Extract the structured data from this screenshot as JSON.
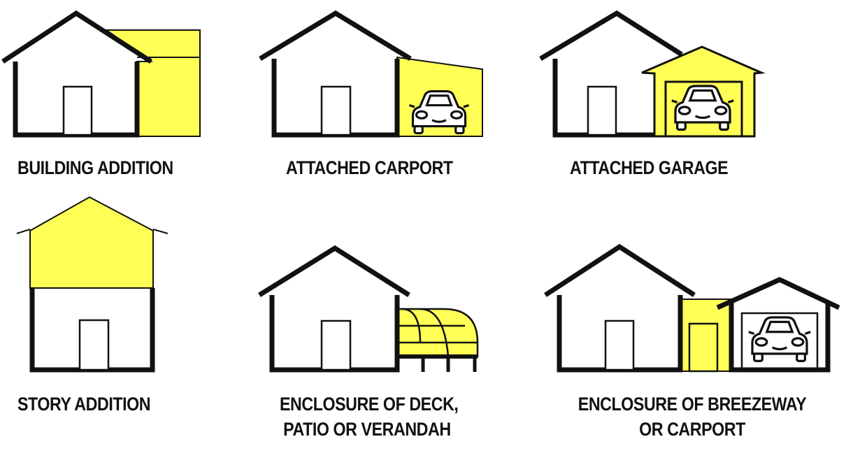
{
  "colors": {
    "highlight": "#ffff55",
    "outline": "#111111",
    "background": "#ffffff"
  },
  "panels": [
    {
      "id": "building-addition",
      "label": "BUILDING ADDITION"
    },
    {
      "id": "attached-carport",
      "label": "ATTACHED CARPORT"
    },
    {
      "id": "attached-garage",
      "label": "ATTACHED GARAGE"
    },
    {
      "id": "story-addition",
      "label": "STORY ADDITION"
    },
    {
      "id": "enclosure-deck",
      "label_lines": [
        "ENCLOSURE OF DECK,",
        "PATIO OR VERANDAH"
      ]
    },
    {
      "id": "enclosure-breezeway",
      "label_lines": [
        "ENCLOSURE OF BREEZEWAY",
        "OR CARPORT"
      ]
    }
  ],
  "icons": [
    "house-icon",
    "car-icon",
    "garage-icon"
  ]
}
